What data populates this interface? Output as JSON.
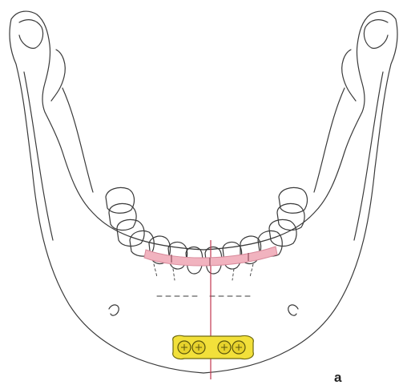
{
  "figure": {
    "panel_label": "a",
    "colors": {
      "outline": "#3a3a3a",
      "arch_bar": "#f1b3bf",
      "arch_bar_edge": "#d88a9b",
      "midline": "#c2374f",
      "plate_fill": "#f2e03a",
      "plate_edge": "#6f6a10"
    },
    "components": [
      "mandible-outline",
      "teeth-row",
      "arch-bar",
      "fixation-plate",
      "midline"
    ]
  }
}
